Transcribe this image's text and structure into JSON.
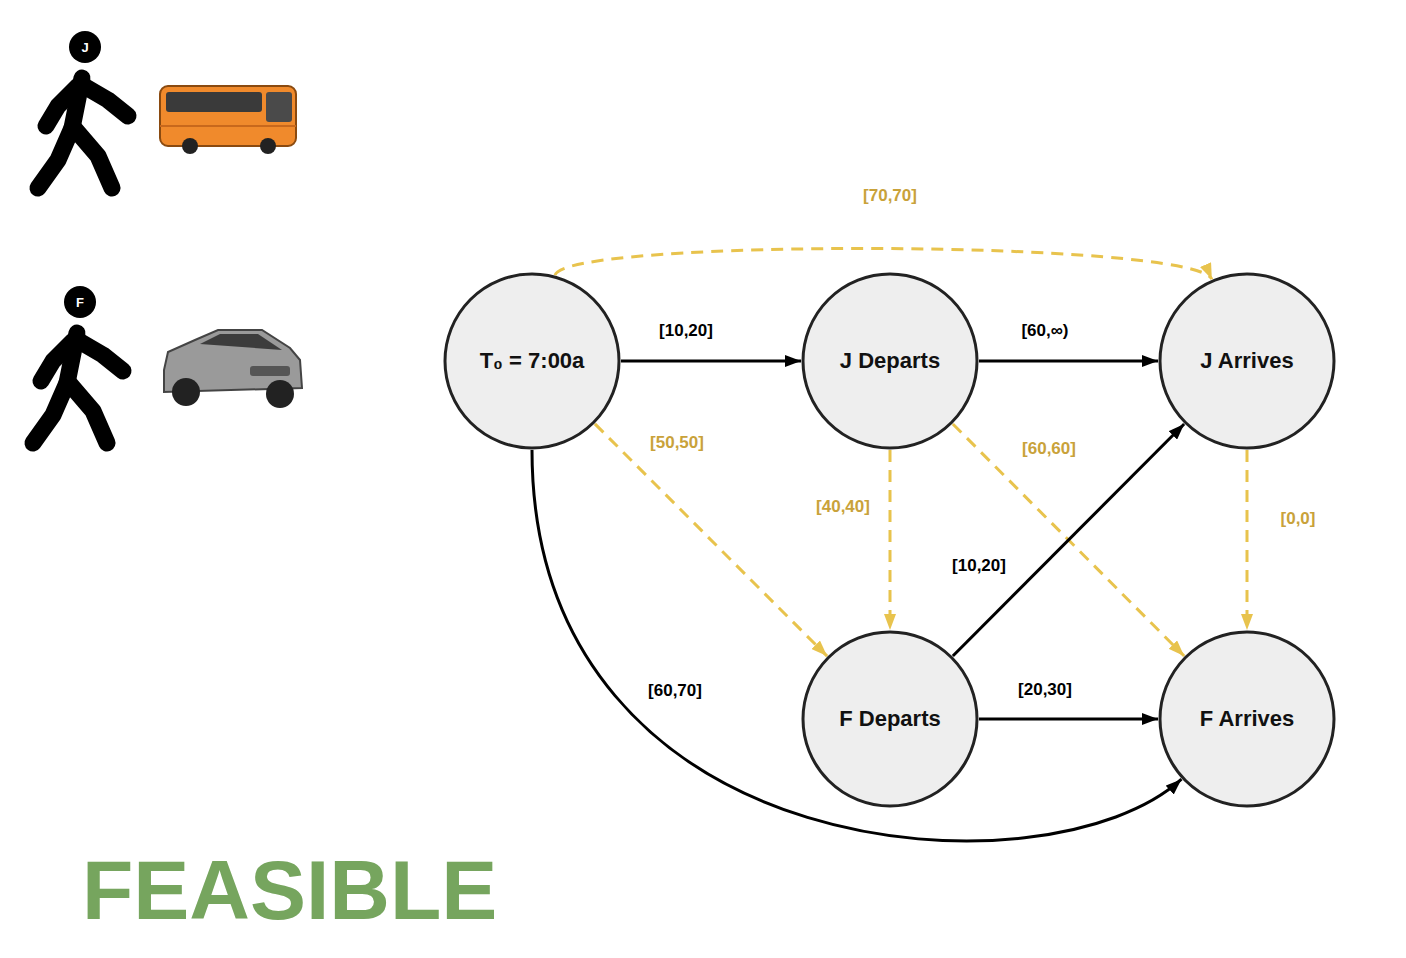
{
  "diagram": {
    "nodes": [
      {
        "text": [
          "T₀ = 7:00a"
        ]
      },
      {
        "text": [
          "J Departs"
        ]
      },
      {
        "text": [
          "J Arrives"
        ]
      },
      {
        "text": [
          "F Departs"
        ]
      },
      {
        "text": [
          "F Arrives"
        ]
      }
    ],
    "edges": [
      {
        "from": 0,
        "to": 1,
        "arrow": "to",
        "label": "[10,20]"
      },
      {
        "from": 1,
        "to": 2,
        "arrow": "to",
        "label": "[60,∞)"
      },
      {
        "from": 0,
        "to": 2,
        "arrow": "to",
        "label": "[70,70]"
      },
      {
        "from": 0,
        "to": 3,
        "arrow": "to",
        "label": "[50,50]"
      },
      {
        "from": 1,
        "to": 3,
        "arrow": "to",
        "label": "[40,40]"
      },
      {
        "from": 1,
        "to": 4,
        "arrow": "to",
        "label": "[60,60]"
      },
      {
        "from": 2,
        "to": 4,
        "arrow": "to",
        "label": "[0,0]"
      },
      {
        "from": 3,
        "to": 2,
        "arrow": "to",
        "label": "[10,20]"
      },
      {
        "from": 3,
        "to": 4,
        "arrow": "to",
        "label": "[20,30]"
      },
      {
        "from": 0,
        "to": 4,
        "arrow": "to",
        "label": "[60,70]"
      }
    ],
    "labels": [
      "J",
      "F",
      "FEASIBLE"
    ]
  }
}
